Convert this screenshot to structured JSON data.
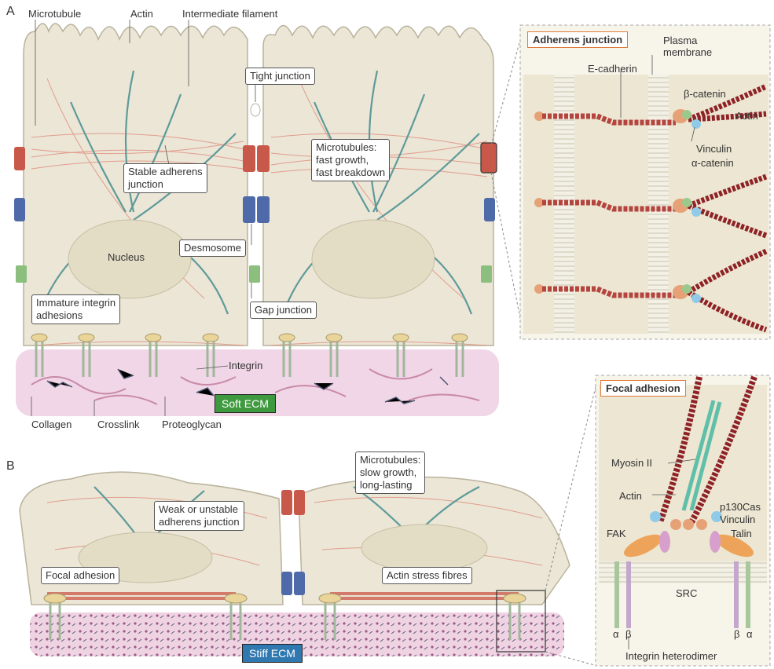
{
  "panels": {
    "a": "A",
    "b": "B"
  },
  "panel_a": {
    "top_labels": {
      "microtubule": "Microtubule",
      "actin": "Actin",
      "intermediate_filament": "Intermediate filament"
    },
    "tight_junction": "Tight junction",
    "stable_adherens": "Stable adherens\njunction",
    "microtubules_fast": "Microtubules:\nfast growth,\nfast breakdown",
    "nucleus": "Nucleus",
    "desmosome": "Desmosome",
    "gap_junction": "Gap junction",
    "immature_integrin": "Immature integrin\nadhesions",
    "integrin": "Integrin",
    "soft_ecm": "Soft ECM",
    "bottom_labels": {
      "collagen": "Collagen",
      "crosslink": "Crosslink",
      "proteoglycan": "Proteoglycan"
    }
  },
  "adherens_inset": {
    "title": "Adherens junction",
    "plasma_membrane": "Plasma\nmembrane",
    "e_cadherin": "E-cadherin",
    "beta_catenin": "β-catenin",
    "actin": "Actin",
    "vinculin": "Vinculin",
    "alpha_catenin": "α-catenin"
  },
  "panel_b": {
    "microtubules_slow": "Microtubules:\nslow growth,\nlong-lasting",
    "weak_adherens": "Weak or unstable\nadherens junction",
    "focal_adhesion": "Focal adhesion",
    "actin_stress": "Actin stress fibres",
    "stiff_ecm": "Stiff ECM"
  },
  "focal_inset": {
    "title": "Focal adhesion",
    "myosin": "Myosin II",
    "actin": "Actin",
    "p130cas": "p130Cas",
    "vinculin": "Vinculin",
    "fak": "FAK",
    "talin": "Talin",
    "src": "SRC",
    "alpha": "α",
    "beta": "β",
    "integrin_heterodimer": "Integrin heterodimer"
  },
  "colors": {
    "cell": "#ebe6d6",
    "cell_edge": "#b9b29c",
    "actin": "#e08a7a",
    "microtubule": "#5e9a9a",
    "adherens": "#c8584a",
    "desmosome": "#4f6aa8",
    "gap": "#8cbf7e",
    "ecm": "#eccfe0",
    "soft_ecm_badge": "#3f9a3f",
    "stiff_ecm_badge": "#2f78b0",
    "dark_actin": "#8e2226",
    "myosin": "#5fbfa9",
    "fak": "#eda45a",
    "talin": "#d7a0cc",
    "vinculin": "#8fcbe8"
  }
}
